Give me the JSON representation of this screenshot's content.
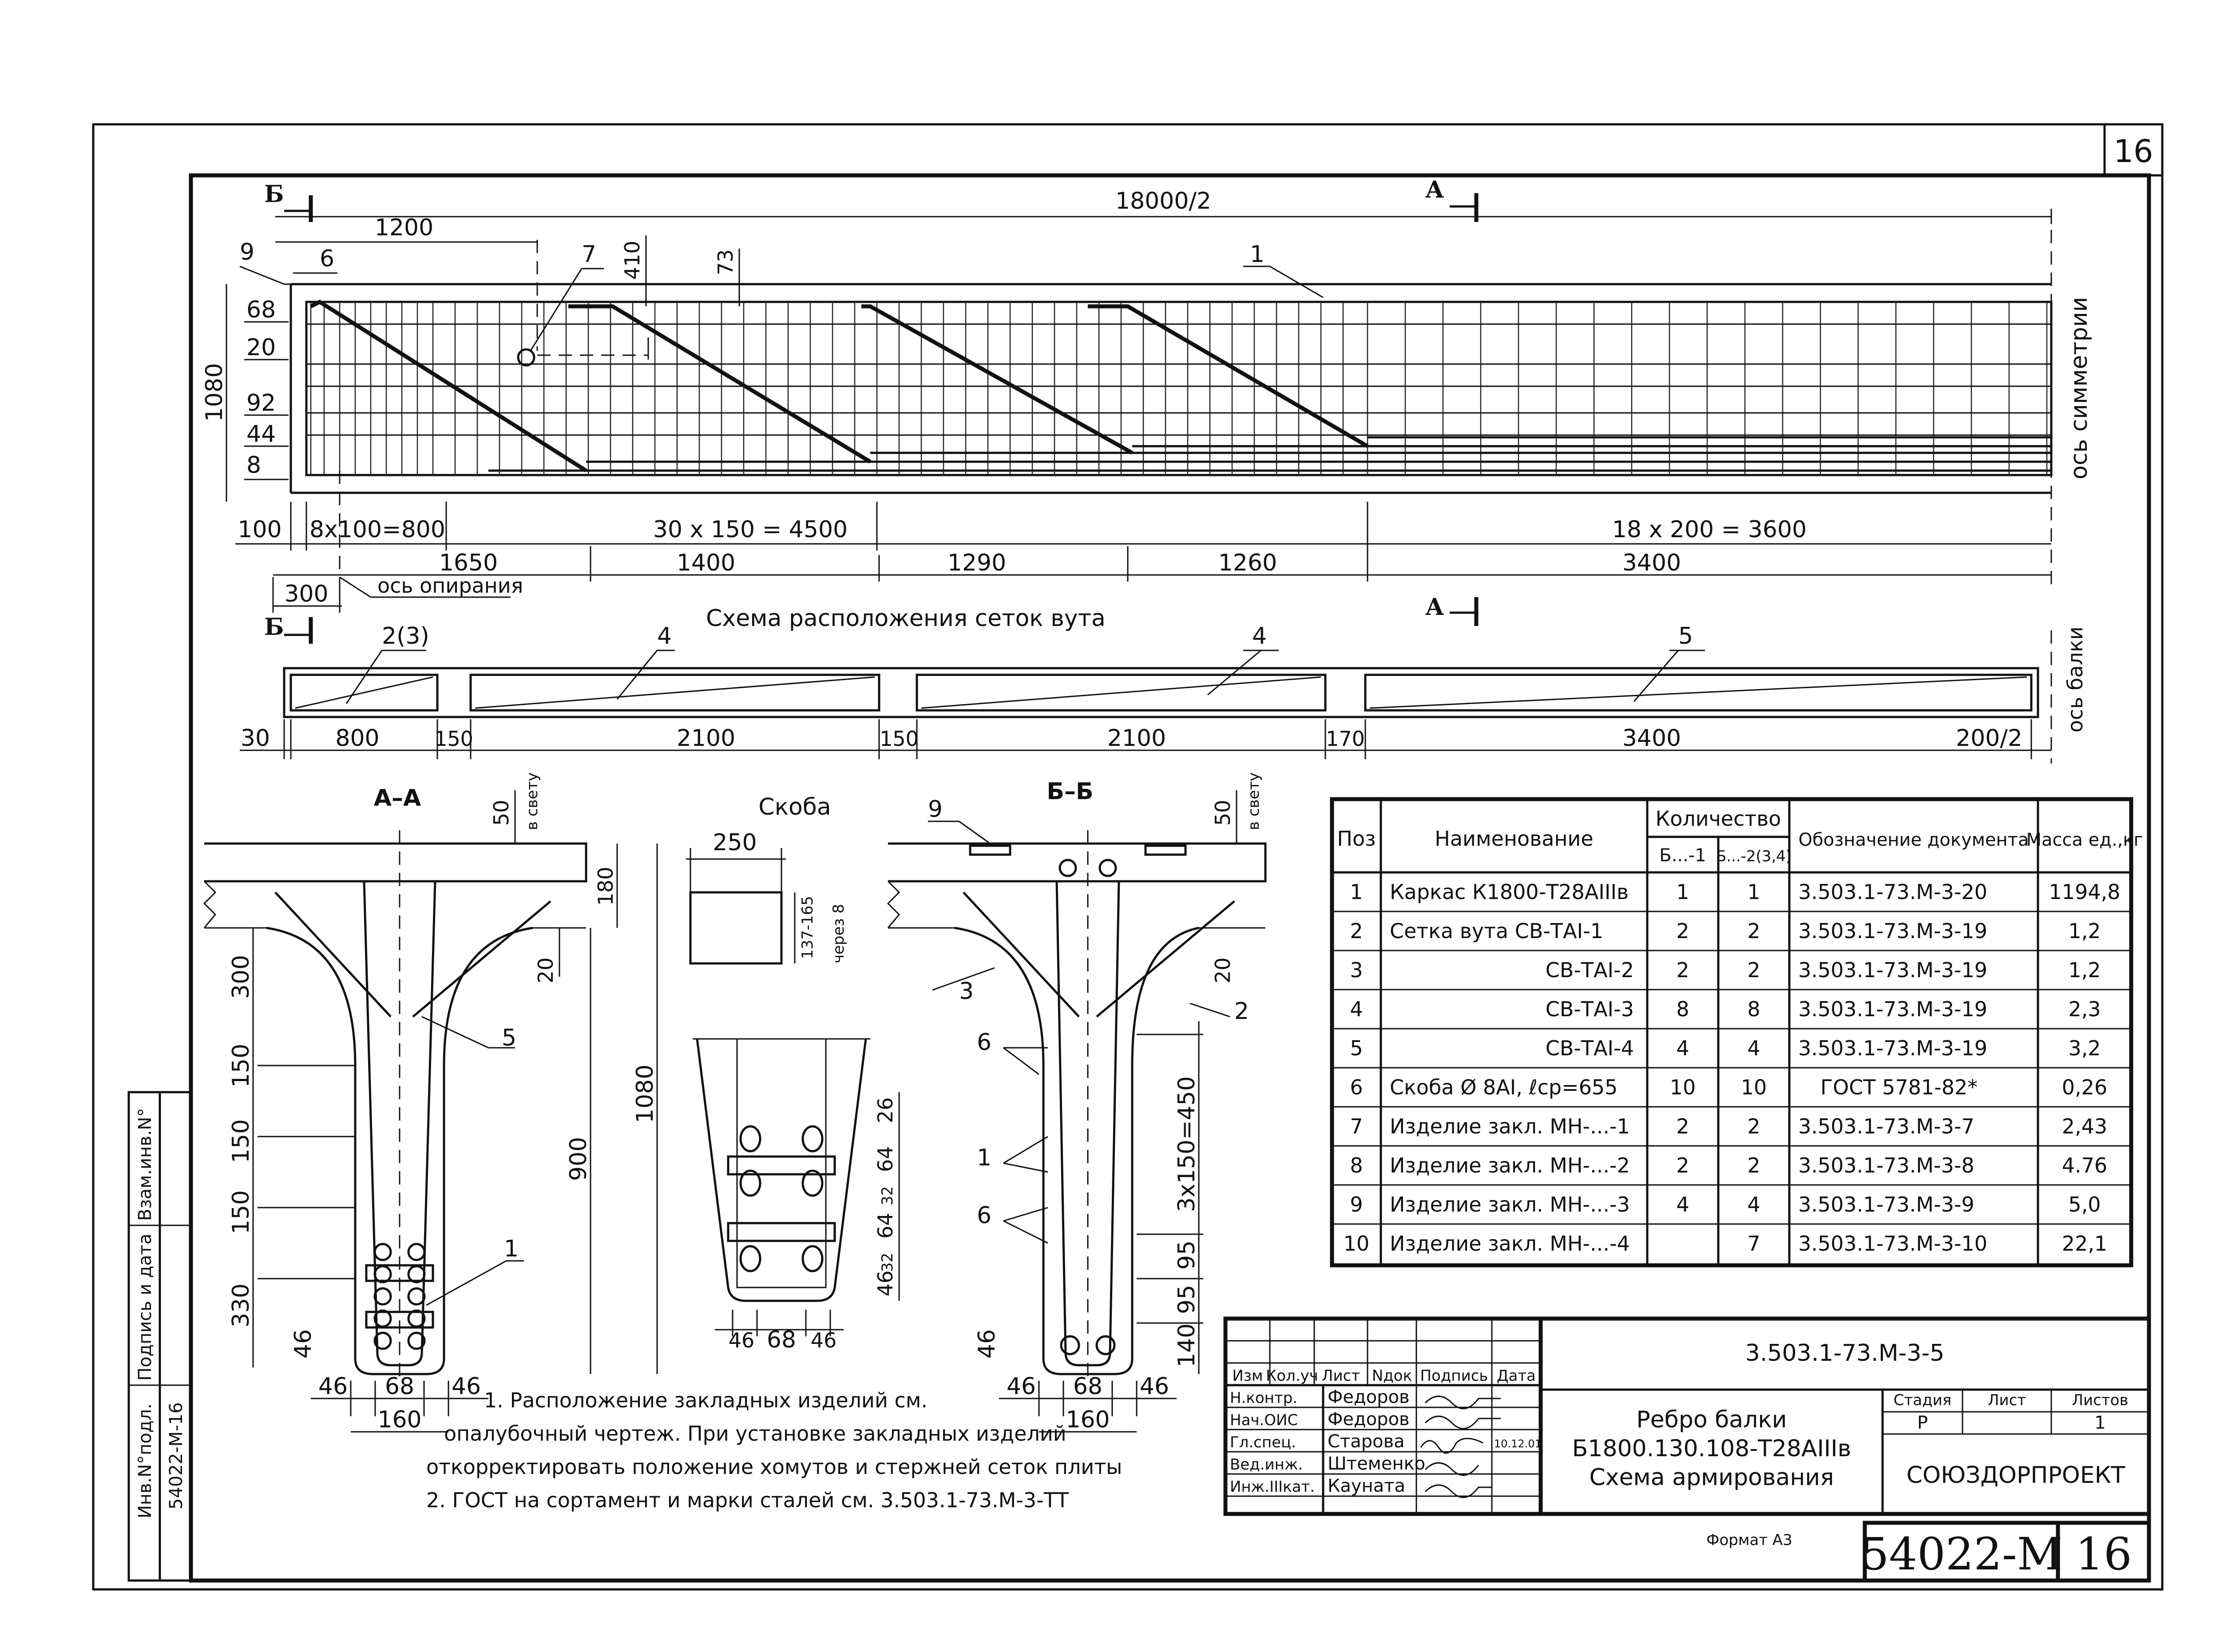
{
  "sheet": {
    "page_number": "16",
    "doc_code": "3.503.1-73.М-3-5",
    "big_code": "54022-М",
    "big_page": "16",
    "format_label": "Формат А3"
  },
  "top_view": {
    "section_b": "Б",
    "section_a": "А",
    "span_label": "18000/2",
    "dim_1200": "1200",
    "dim_410": "410",
    "dim_73": "73",
    "height_label": "1080",
    "left_dims": [
      "9",
      "6",
      "68",
      "20",
      "92",
      "44",
      "8"
    ],
    "pos_7": "7",
    "pos_1": "1",
    "symmetry_axis": "ось симметрии",
    "row1": [
      "100",
      "8х100=800",
      "30 х 150 = 4500",
      "18 х 200 = 3600"
    ],
    "row2": [
      "1650",
      "1400",
      "1290",
      "1260",
      "3400"
    ],
    "dim_300": "300",
    "support_axis": "ось опирания"
  },
  "mesh_scheme": {
    "title": "Схема расположения сеток вута",
    "section_b": "Б",
    "section_a": "А",
    "labels": [
      "2(3)",
      "4",
      "4",
      "5"
    ],
    "beam_axis": "ось балки",
    "dims": [
      "30",
      "800",
      "150",
      "2100",
      "150",
      "2100",
      "170",
      "3400",
      "200/2"
    ]
  },
  "section_aa": {
    "title": "А–А",
    "dim_50": "50",
    "v_svetu": "в свету",
    "dim_180": "180",
    "dim_20": "20",
    "left_dims": [
      "300",
      "150",
      "150",
      "150",
      "330",
      "46"
    ],
    "dim_900": "900",
    "dim_1080": "1080",
    "label_5": "5",
    "label_1": "1",
    "bottom_dims": [
      "46",
      "68",
      "46",
      "160"
    ]
  },
  "bracket": {
    "title": "Скоба",
    "dim_250": "250",
    "dim_range": "137-165",
    "cherez": "через 8",
    "dims_right": [
      "26",
      "64",
      "32",
      "64",
      "32",
      "46"
    ],
    "bottom_dims": [
      "46",
      "68",
      "46"
    ]
  },
  "section_bb": {
    "title": "Б–Б",
    "label_9": "9",
    "dim_50": "50",
    "v_svetu": "в свету",
    "label_3": "3",
    "label_2": "2",
    "dim_20": "20",
    "labels_6": [
      "6",
      "6"
    ],
    "label_1": "1",
    "right_dims": [
      "3х150=450",
      "95",
      "95",
      "140"
    ],
    "dim_46": "46",
    "bottom_dims": [
      "46",
      "68",
      "46",
      "160"
    ]
  },
  "notes": [
    "1. Расположение закладных изделий см.",
    "опалубочный чертеж. При установке закладных изделий",
    "откорректировать положение хомутов и стержней сеток плиты",
    "2. ГОСТ на сортамент и марки сталей см. 3.503.1-73.М-3-ТТ"
  ],
  "spec_table": {
    "headers": {
      "pos": "Поз",
      "name": "Наименование",
      "qty": "Количество",
      "qty1": "Б...-1",
      "qty2": "Б...-2(3,4)",
      "doc": "Обозначение документа",
      "mass": "Масса ед.,кг"
    },
    "rows": [
      [
        "1",
        "Каркас К1800-Т28АIIIв",
        "1",
        "1",
        "3.503.1-73.М-3-20",
        "1194,8"
      ],
      [
        "2",
        "Сетка вута СВ-ТАI-1",
        "2",
        "2",
        "3.503.1-73.М-3-19",
        "1,2"
      ],
      [
        "3",
        "СВ-ТАI-2",
        "2",
        "2",
        "3.503.1-73.М-3-19",
        "1,2"
      ],
      [
        "4",
        "СВ-ТАI-3",
        "8",
        "8",
        "3.503.1-73.М-3-19",
        "2,3"
      ],
      [
        "5",
        "СВ-ТАI-4",
        "4",
        "4",
        "3.503.1-73.М-3-19",
        "3,2"
      ],
      [
        "6",
        "Скоба Ø 8АI, ℓср=655",
        "10",
        "10",
        "ГОСТ 5781-82*",
        "0,26"
      ],
      [
        "7",
        "Изделие закл. МН-...-1",
        "2",
        "2",
        "3.503.1-73.М-3-7",
        "2,43"
      ],
      [
        "8",
        "Изделие закл. МН-...-2",
        "2",
        "2",
        "3.503.1-73.М-3-8",
        "4.76"
      ],
      [
        "9",
        "Изделие закл. МН-...-3",
        "4",
        "4",
        "3.503.1-73.М-3-9",
        "5,0"
      ],
      [
        "10",
        "Изделие закл. МН-...-4",
        "",
        "7",
        "3.503.1-73.М-3-10",
        "22,1"
      ]
    ]
  },
  "title_block": {
    "col_headers": [
      "Изм",
      "Кол.уч",
      "Лист",
      "Nдок",
      "Подпись",
      "Дата"
    ],
    "roles": [
      [
        "Н.контр.",
        "Федоров"
      ],
      [
        "Нач.ОИС",
        "Федоров"
      ],
      [
        "Гл.спец.",
        "Старова"
      ],
      [
        "Вед.инж.",
        "Штеменко"
      ],
      [
        "Инж.IIIкат.",
        "Кауната"
      ]
    ],
    "sign_date": "10.12.01",
    "title_lines": [
      "Ребро балки",
      "Б1800.130.108-Т28АIIIв",
      "Схема армирования"
    ],
    "stage_header": "Стадия",
    "sheet_header": "Лист",
    "sheets_header": "Листов",
    "stage": "Р",
    "sheets": "1",
    "org": "СОЮЗДОРПРОЕКТ"
  },
  "side_stamp": {
    "fields": [
      "Инв.N°подл.",
      "Подпись и дата",
      "Взам.инв.N°"
    ],
    "inv_value": "54022-М-16"
  }
}
